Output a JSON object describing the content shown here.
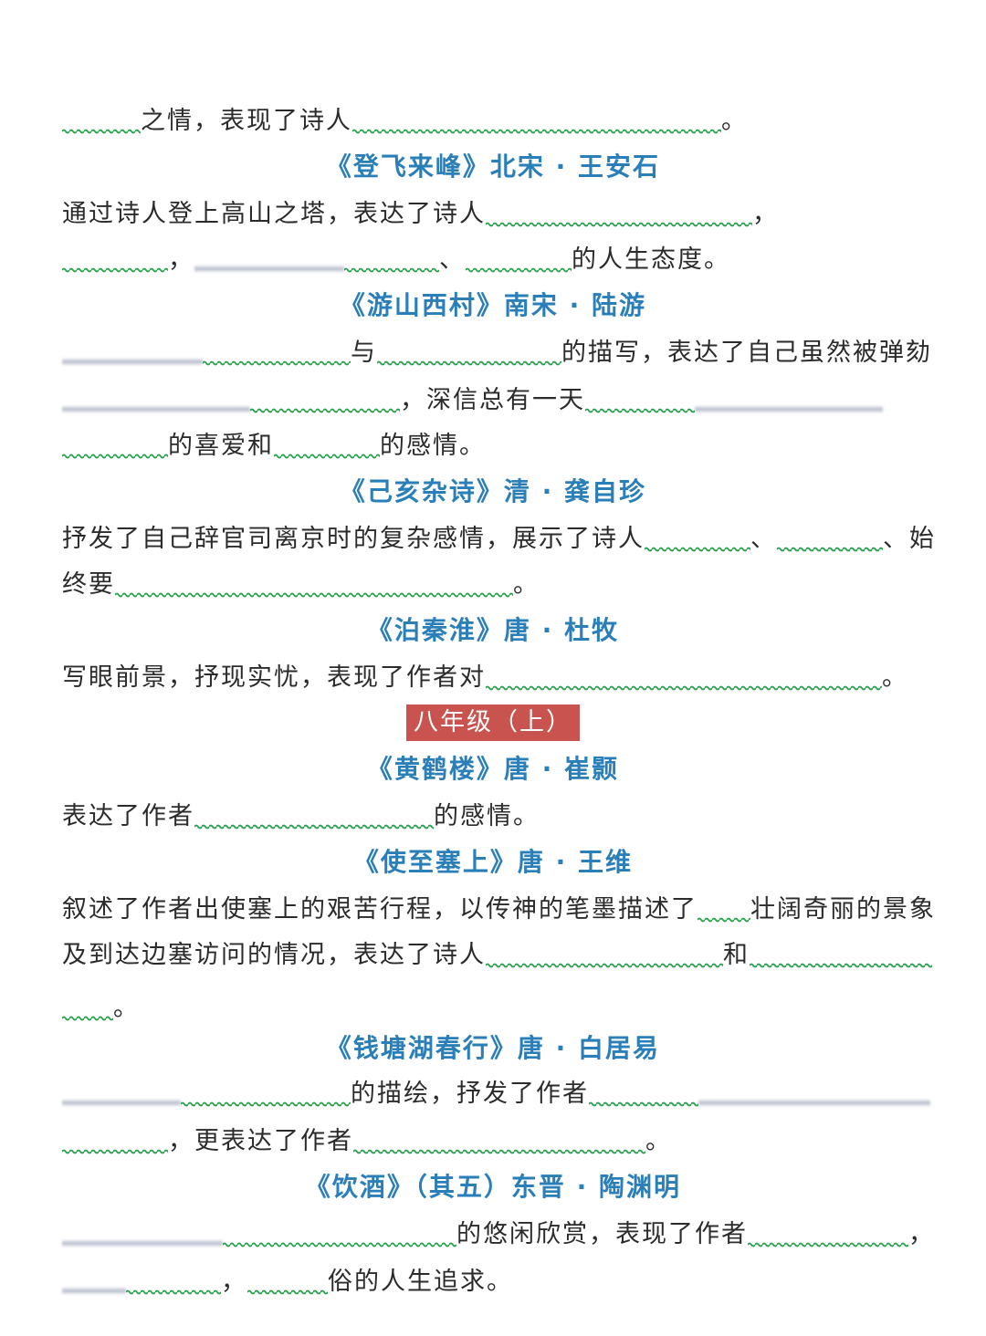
{
  "lines": {
    "l1_a": "之情，表现了诗人",
    "l1_b": "。",
    "t1": "《登飞来峰》北宋 · 王安石",
    "l2_a": "通过诗人登上高山之塔，表达了诗人",
    "l2_b": "，",
    "l3_a": "，",
    "l3_b": "、",
    "l3_c": "的人生态度。",
    "t2": "《游山西村》南宋 · 陆游",
    "l4_a": "与",
    "l4_b": "的描写，表达了自己虽然被弹劾",
    "l5_a": "，深信总有一天",
    "l6_a": "的喜爱和",
    "l6_b": "的感情。",
    "t3": "《己亥杂诗》清 · 龚自珍",
    "l7_a": "抒发了自己辞官司离京时的复杂感情，展示了诗人",
    "l7_b": "、",
    "l7_c": "、始",
    "l8_a": "终要",
    "l8_b": "。",
    "t4": "《泊秦淮》唐 · 杜牧",
    "l9_a": "写眼前景，抒现实忧，表现了作者对",
    "l9_b": "。",
    "section": "八年级（上）",
    "t5": "《黄鹤楼》唐 · 崔颢",
    "l10_a": "表达了作者",
    "l10_b": "的感情。",
    "t6": "《使至塞上》唐 · 王维",
    "l11_a": "叙述了作者出使塞上的艰苦行程，以传神的笔墨描述了",
    "l11_b": "壮阔奇丽的景象",
    "l12_a": "及到达边塞访问的情况，表达了诗人",
    "l12_b": "和",
    "l13_a": "。",
    "t7": "《钱塘湖春行》唐 · 白居易",
    "l14_a": "的描绘，抒发了作者",
    "l15_a": "，更表达了作者",
    "l15_b": "。",
    "t8": "《饮酒》（其五）东晋 · 陶渊明",
    "l16_a": "的悠闲欣赏，表现了作者",
    "l16_b": "，",
    "l17_a": "，",
    "l17_b": "俗的人生追求。"
  },
  "colors": {
    "title": "#2a7fb8",
    "section_bg": "#c9544f",
    "underline": "#23a04a",
    "text": "#2b2b2b"
  }
}
